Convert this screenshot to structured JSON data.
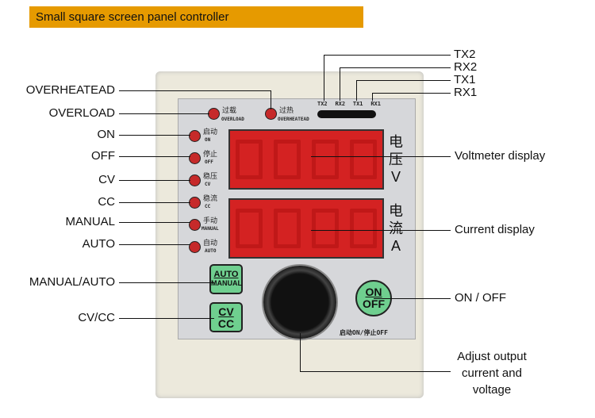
{
  "title": "Small square screen panel controller",
  "left_labels": [
    "OVERHEATEAD",
    "OVERLOAD",
    "ON",
    "OFF",
    "CV",
    "CC",
    "MANUAL",
    "AUTO",
    "MANUAL/AUTO",
    "CV/CC"
  ],
  "right_labels": {
    "tx2": "TX2",
    "rx2": "RX2",
    "tx1": "TX1",
    "rx1": "RX1",
    "voltmeter": "Voltmeter display",
    "current": "Current display",
    "onoff": "ON / OFF",
    "adjust": "Adjust output current and voltage"
  },
  "panel": {
    "overload_cn": "过载",
    "overload_en": "OVERLOAD",
    "overheat_cn": "过热",
    "overheat_en": "OVERHEATEAD",
    "comm": [
      "TX2",
      "RX2",
      "TX1",
      "RX1"
    ],
    "leds": [
      {
        "cn": "启动",
        "en": "ON"
      },
      {
        "cn": "停止",
        "en": "OFF"
      },
      {
        "cn": "稳压",
        "en": "CV"
      },
      {
        "cn": "稳流",
        "en": "CC"
      },
      {
        "cn": "手动",
        "en": "MANUAL"
      },
      {
        "cn": "自动",
        "en": "AUTO"
      }
    ],
    "volt_unit": [
      "电",
      "压",
      "V"
    ],
    "curr_unit": [
      "电",
      "流",
      "A"
    ],
    "btn_auto": "AUTO",
    "btn_manual": "MANUAL",
    "btn_cv": "CV",
    "btn_cc": "CC",
    "btn_on": "ON",
    "btn_off": "OFF",
    "footer": "启动ON/停止OFF"
  },
  "colors": {
    "title_bar": "#e69a00",
    "display": "#d42222",
    "button": "#6fcf8f",
    "led": "#c62a2a"
  }
}
